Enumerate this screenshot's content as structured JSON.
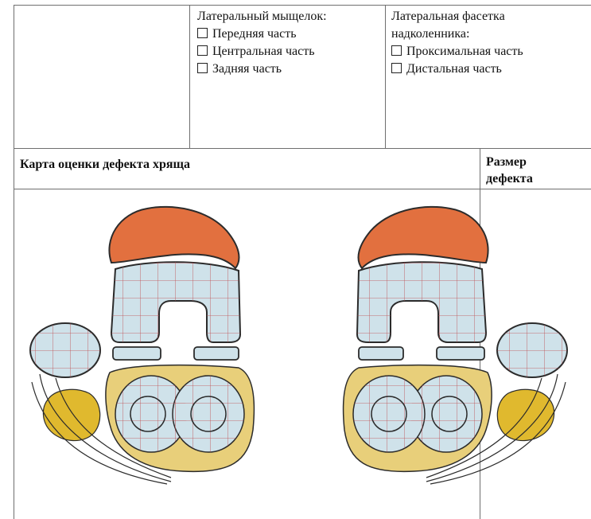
{
  "top_row": {
    "col2": {
      "heading": "Латеральный мыщелок:",
      "options": [
        "Передняя часть",
        "Центральная часть",
        "Задняя часть"
      ]
    },
    "col3": {
      "heading_line1": "Латеральная фасетка",
      "heading_line2": "надколенника:",
      "options": [
        "Проксимальная часть",
        "Дистальная часть"
      ]
    }
  },
  "section": {
    "title": "Карта оценки дефекта хряща",
    "size_label_line1": "Размер",
    "size_label_line2": "дефекта"
  },
  "illustration": {
    "description": "knee cartilage defect map",
    "colors": {
      "patella": "#e2703f",
      "cartilage": "#cfe2ea",
      "grid": "#c0484a",
      "tibia_bone": "#e8cf7a",
      "fat_pad": "#e0b92e",
      "outline": "#2b2b2b"
    }
  }
}
